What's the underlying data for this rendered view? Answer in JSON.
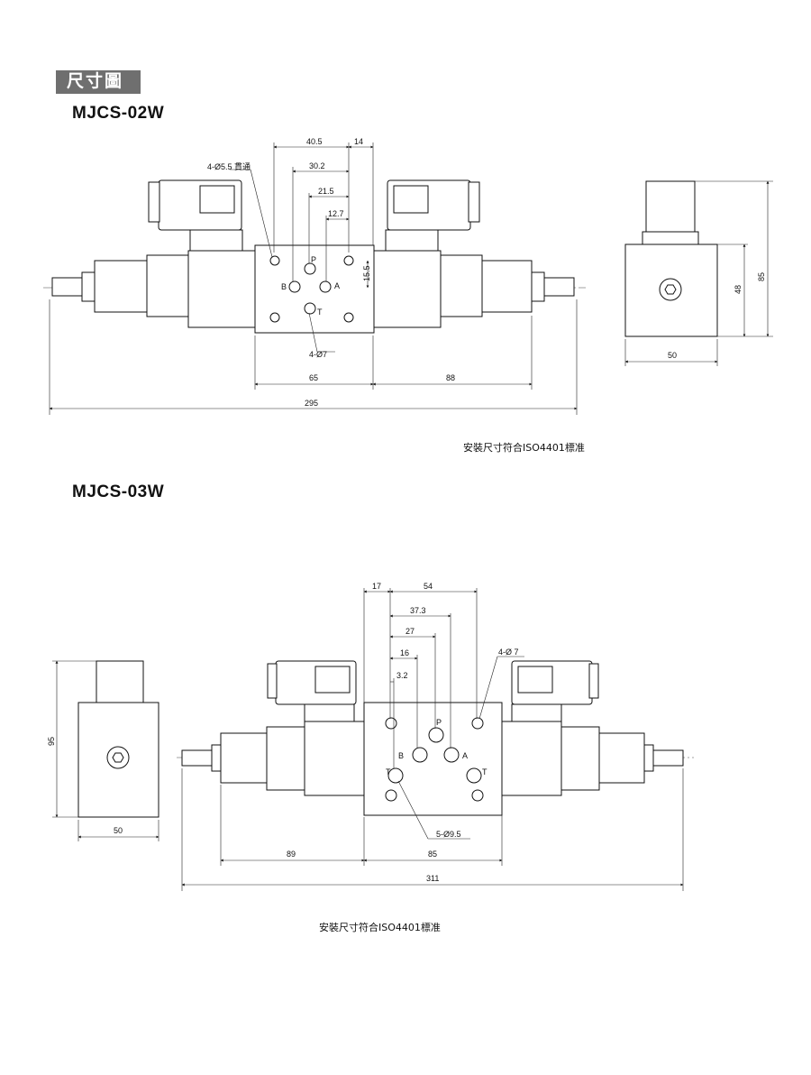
{
  "header": {
    "section_label": "尺寸圖"
  },
  "drawing_02w": {
    "model": "MJCS-02W",
    "note": "安裝尺寸符合ISO4401標准",
    "hole_note_top": "4-Ø5.5 貫通",
    "hole_note_bottom": "4-Ø7",
    "port_p": "P",
    "port_a": "A",
    "port_b": "B",
    "port_t": "T",
    "dims": {
      "d40_5": "40.5",
      "d14": "14",
      "d30_2": "30.2",
      "d21_5": "21.5",
      "d12_7": "12.7",
      "d15_5": "15.5",
      "d65": "65",
      "d88": "88",
      "d295": "295",
      "d48": "48",
      "d85": "85",
      "d50": "50"
    }
  },
  "drawing_03w": {
    "model": "MJCS-03W",
    "note": "安裝尺寸符合ISO4401標准",
    "hole_note_top": "4-Ø 7",
    "hole_note_bottom": "5-Ø9.5",
    "port_p": "P",
    "port_a": "A",
    "port_b": "B",
    "port_t": "T",
    "port_t2": "T",
    "dims": {
      "d17": "17",
      "d54": "54",
      "d37_3": "37.3",
      "d27": "27",
      "d16": "16",
      "d3_2": "3.2",
      "d89": "89",
      "d85": "85",
      "d311": "311",
      "d95": "95",
      "d50": "50"
    }
  }
}
